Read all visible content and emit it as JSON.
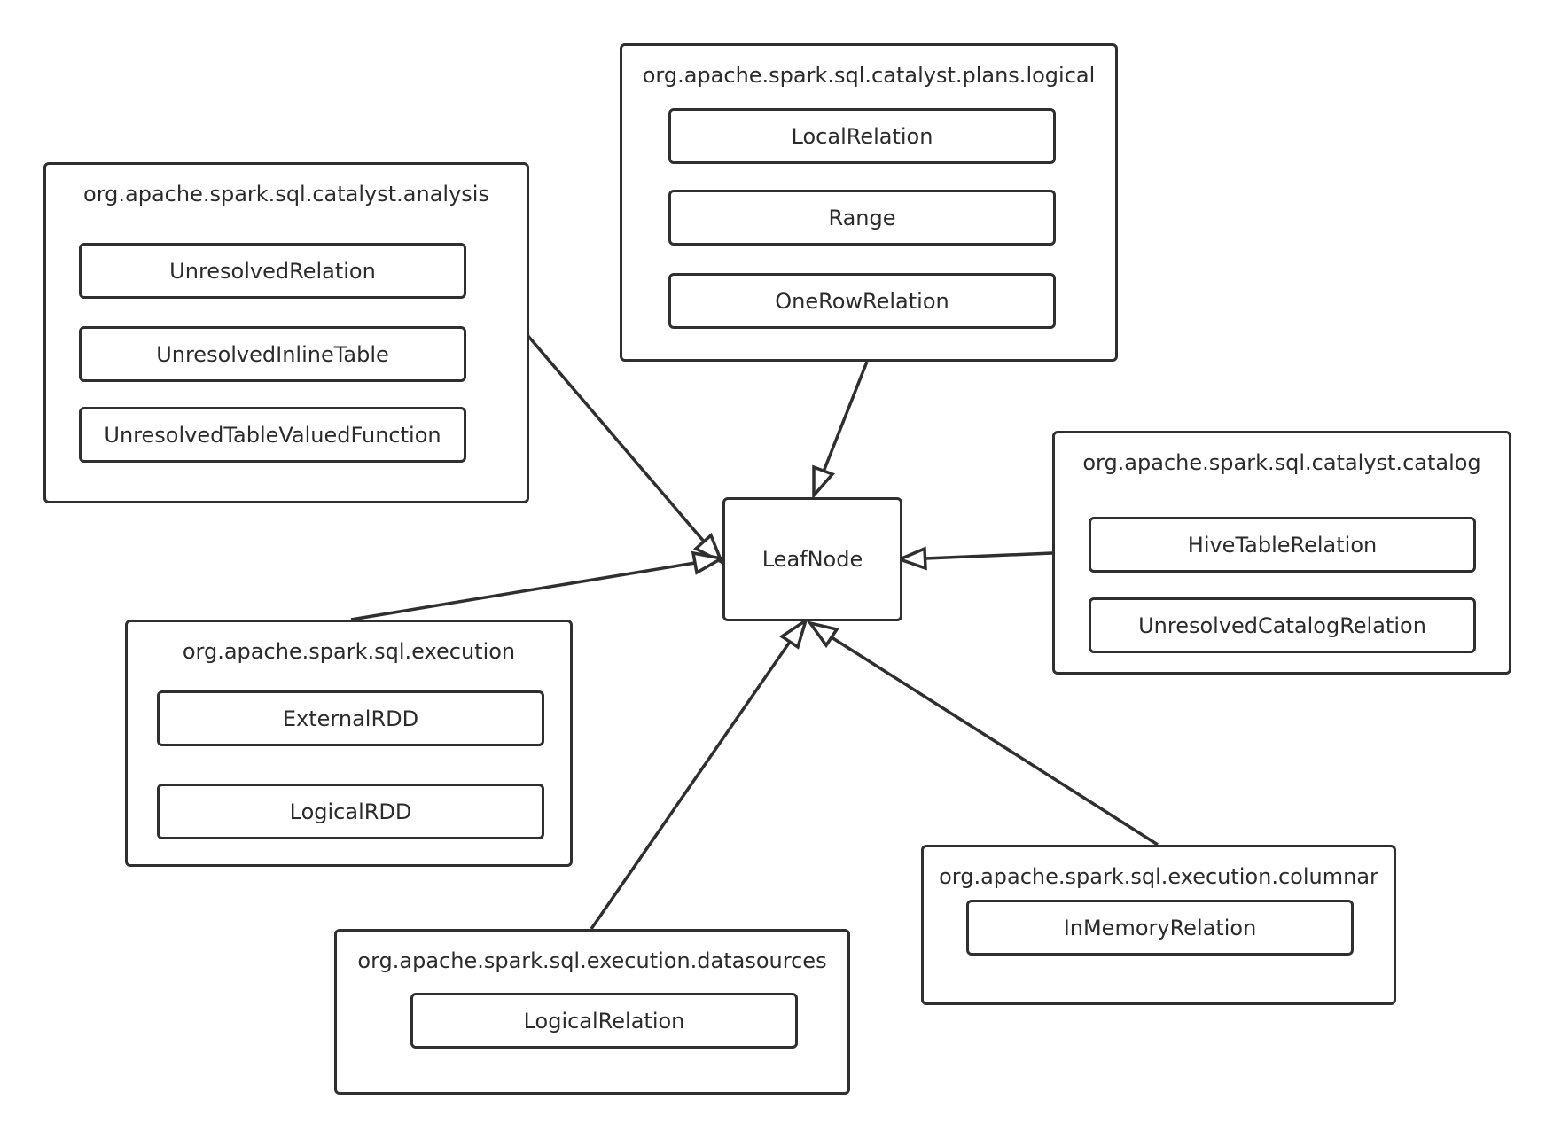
{
  "diagram": {
    "center": {
      "label": "LeafNode"
    },
    "packages": {
      "logical": {
        "title": "org.apache.spark.sql.catalyst.plans.logical",
        "classes": [
          "LocalRelation",
          "Range",
          "OneRowRelation"
        ]
      },
      "analysis": {
        "title": "org.apache.spark.sql.catalyst.analysis",
        "classes": [
          "UnresolvedRelation",
          "UnresolvedInlineTable",
          "UnresolvedTableValuedFunction"
        ]
      },
      "catalog": {
        "title": "org.apache.spark.sql.catalyst.catalog",
        "classes": [
          "HiveTableRelation",
          "UnresolvedCatalogRelation"
        ]
      },
      "execution": {
        "title": "org.apache.spark.sql.execution",
        "classes": [
          "ExternalRDD",
          "LogicalRDD"
        ]
      },
      "datasources": {
        "title": "org.apache.spark.sql.execution.datasources",
        "classes": [
          "LogicalRelation"
        ]
      },
      "columnar": {
        "title": "org.apache.spark.sql.execution.columnar",
        "classes": [
          "InMemoryRelation"
        ]
      }
    },
    "relations": [
      {
        "from": "logical",
        "to": "center",
        "type": "inheritance"
      },
      {
        "from": "analysis",
        "to": "center",
        "type": "inheritance"
      },
      {
        "from": "catalog",
        "to": "center",
        "type": "inheritance"
      },
      {
        "from": "execution",
        "to": "center",
        "type": "inheritance"
      },
      {
        "from": "datasources",
        "to": "center",
        "type": "inheritance"
      },
      {
        "from": "columnar",
        "to": "center",
        "type": "inheritance"
      }
    ],
    "colors": {
      "stroke": "#2f2f2f",
      "background": "#ffffff"
    }
  }
}
